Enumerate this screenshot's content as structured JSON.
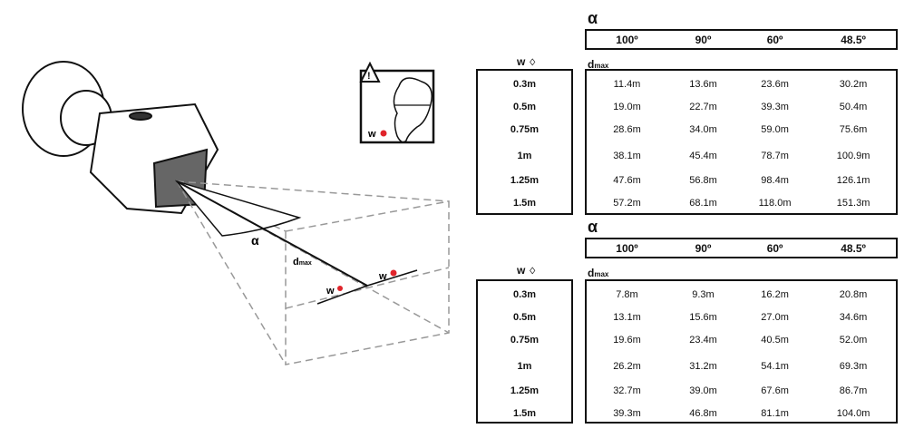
{
  "diagram": {
    "alpha_label": "α",
    "dmax_label": "d",
    "dmax_sub": "max",
    "w_label": "w"
  },
  "tables": [
    {
      "alpha_label": "α",
      "w_label": "w",
      "w_icon": "flame-icon",
      "dmax_label": "d",
      "dmax_sub": "max",
      "angles": [
        "100º",
        "90º",
        "60º",
        "48.5º"
      ],
      "widths": [
        "0.3m",
        "0.5m",
        "0.75m",
        "1m",
        "1.25m",
        "1.5m"
      ],
      "values": [
        [
          "11.4m",
          "13.6m",
          "23.6m",
          "30.2m"
        ],
        [
          "19.0m",
          "22.7m",
          "39.3m",
          "50.4m"
        ],
        [
          "28.6m",
          "34.0m",
          "59.0m",
          "75.6m"
        ],
        [
          "38.1m",
          "45.4m",
          "78.7m",
          "100.9m"
        ],
        [
          "47.6m",
          "56.8m",
          "98.4m",
          "126.1m"
        ],
        [
          "57.2m",
          "68.1m",
          "118.0m",
          "151.3m"
        ]
      ]
    },
    {
      "alpha_label": "α",
      "w_label": "w",
      "w_icon": "smoke-icon",
      "dmax_label": "d",
      "dmax_sub": "max",
      "angles": [
        "100º",
        "90º",
        "60º",
        "48.5º"
      ],
      "widths": [
        "0.3m",
        "0.5m",
        "0.75m",
        "1m",
        "1.25m",
        "1.5m"
      ],
      "values": [
        [
          "7.8m",
          "9.3m",
          "16.2m",
          "20.8m"
        ],
        [
          "13.1m",
          "15.6m",
          "27.0m",
          "34.6m"
        ],
        [
          "19.6m",
          "23.4m",
          "40.5m",
          "52.0m"
        ],
        [
          "26.2m",
          "31.2m",
          "54.1m",
          "69.3m"
        ],
        [
          "32.7m",
          "39.0m",
          "67.6m",
          "86.7m"
        ],
        [
          "39.3m",
          "46.8m",
          "81.1m",
          "104.0m"
        ]
      ]
    }
  ],
  "warning": {
    "w_label": "w"
  },
  "colors": {
    "accent_red": "#e0242b",
    "line": "#111111",
    "dashed": "#999999"
  }
}
